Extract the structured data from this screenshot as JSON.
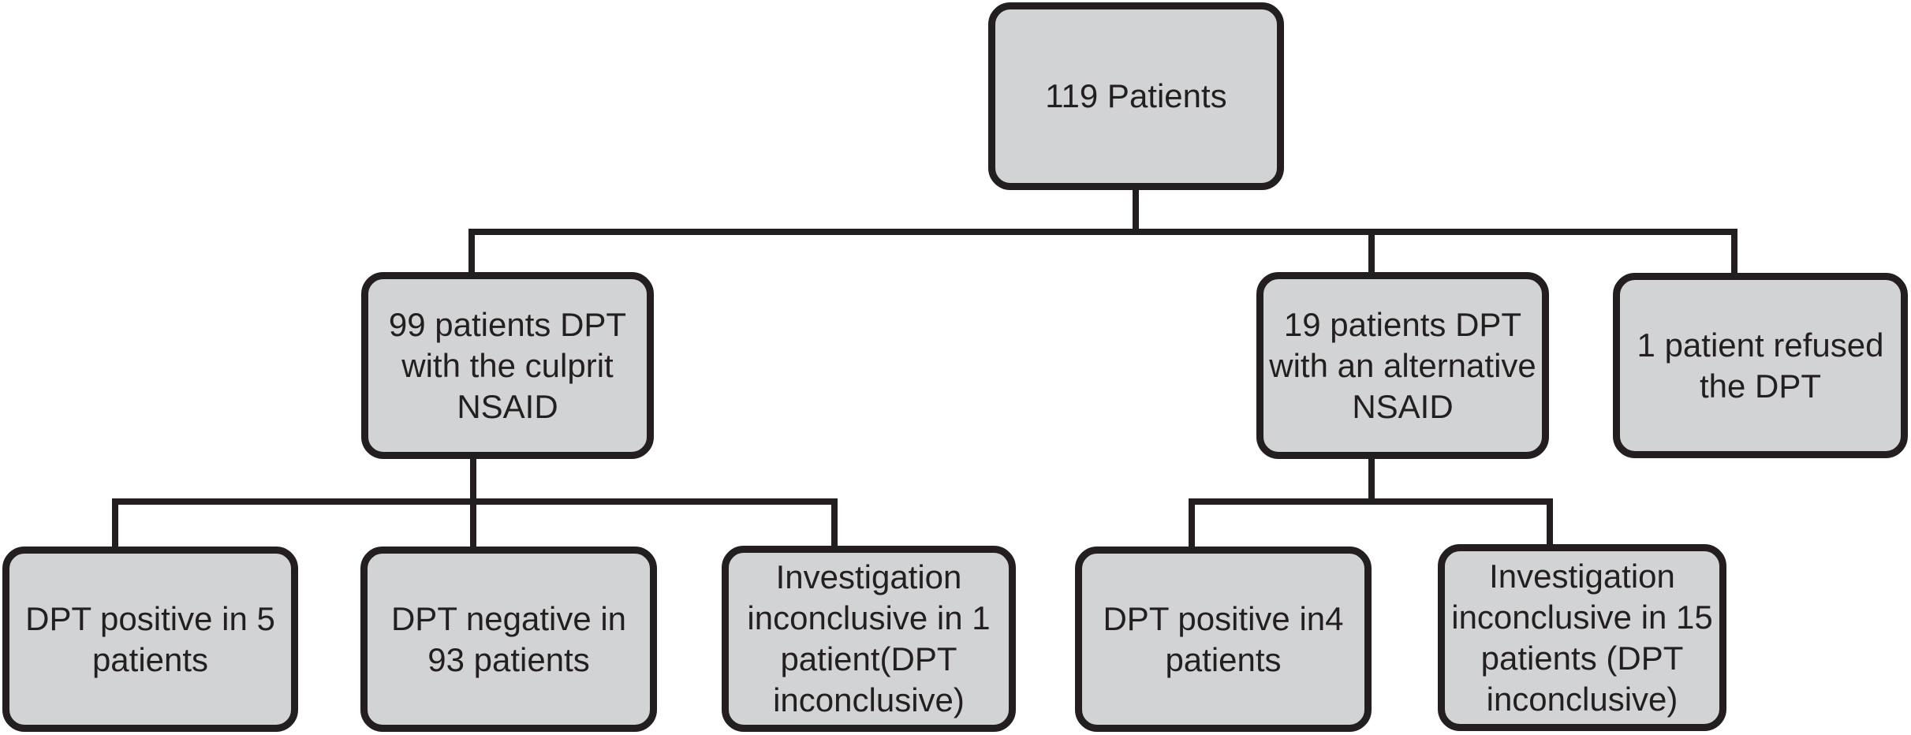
{
  "colors": {
    "background": "#ffffff",
    "node_fill": "#d2d3d4",
    "node_border": "#231f20",
    "connector_line": "#231f20",
    "text": "#231f20"
  },
  "nodes": [
    {
      "id": "patients-119",
      "label": "119 Patients"
    },
    {
      "id": "dpt-culprit-99",
      "label": "99 patients DPT\nwith the culprit\nNSAID"
    },
    {
      "id": "dpt-alternative-19",
      "label": "19 patients DPT\nwith an alternative\nNSAID"
    },
    {
      "id": "refused-dpt-1",
      "label": "1 patient refused\nthe DPT"
    },
    {
      "id": "dpt-positive-5",
      "label": "DPT positive in 5\npatients"
    },
    {
      "id": "dpt-negative-93",
      "label": "DPT negative in\n93 patients"
    },
    {
      "id": "inconclusive-1",
      "label": "Investigation\ninconclusive in 1\npatient(DPT\ninconclusive)"
    },
    {
      "id": "dpt-positive-4",
      "label": "DPT positive in4\npatients"
    },
    {
      "id": "inconclusive-15",
      "label": "Investigation\ninconclusive in 15\npatients (DPT\ninconclusive)"
    }
  ],
  "edges": [
    {
      "from": "patients-119",
      "to": "dpt-culprit-99"
    },
    {
      "from": "patients-119",
      "to": "dpt-alternative-19"
    },
    {
      "from": "patients-119",
      "to": "refused-dpt-1"
    },
    {
      "from": "dpt-culprit-99",
      "to": "dpt-positive-5"
    },
    {
      "from": "dpt-culprit-99",
      "to": "dpt-negative-93"
    },
    {
      "from": "dpt-culprit-99",
      "to": "inconclusive-1"
    },
    {
      "from": "dpt-alternative-19",
      "to": "dpt-positive-4"
    },
    {
      "from": "dpt-alternative-19",
      "to": "inconclusive-15"
    }
  ]
}
